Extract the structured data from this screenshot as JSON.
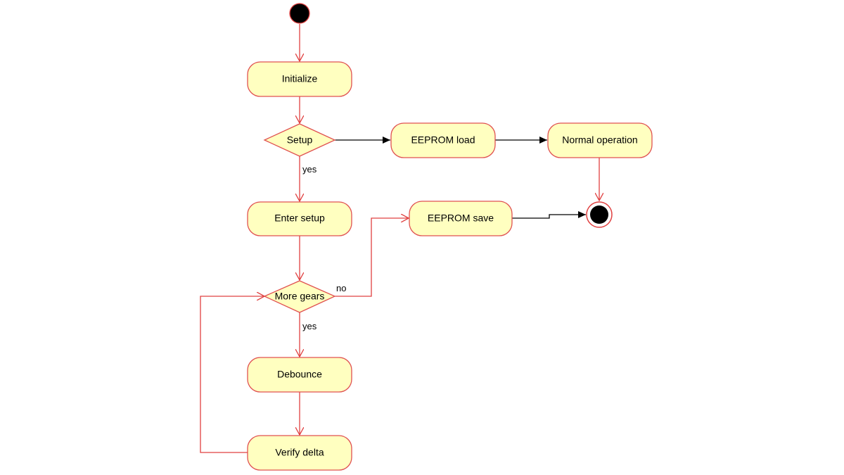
{
  "diagram": {
    "nodes": {
      "initialize": "Initialize",
      "setup": "Setup",
      "eeprom_load": "EEPROM load",
      "normal_operation": "Normal operation",
      "enter_setup": "Enter setup",
      "eeprom_save": "EEPROM save",
      "more_gears": "More gears",
      "debounce": "Debounce",
      "verify_delta": "Verify delta"
    },
    "edge_labels": {
      "setup_yes": "yes",
      "more_gears_no": "no",
      "more_gears_yes": "yes"
    }
  },
  "colors": {
    "node_fill": "#ffffc0",
    "node_stroke": "#e05050",
    "red_edge": "#e04040",
    "black_edge": "#000000",
    "start_fill": "#000000"
  }
}
